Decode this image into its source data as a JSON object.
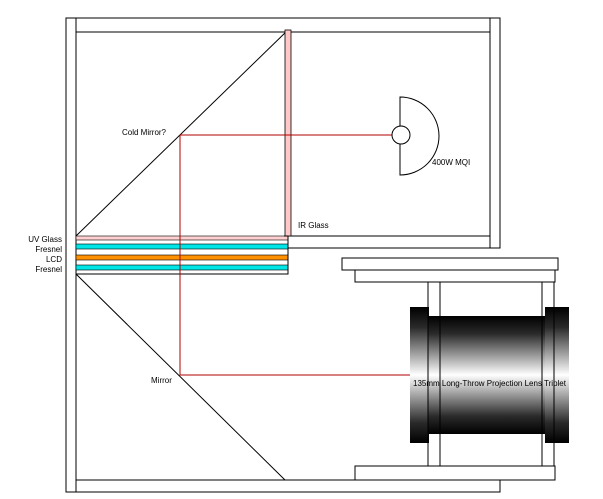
{
  "labels": {
    "cold_mirror": "Cold Mirror?",
    "lamp": "400W MQI",
    "ir_glass": "IR Glass",
    "uv_glass": "UV Glass",
    "fresnel_top": "Fresnel",
    "lcd": "LCD",
    "fresnel_bottom": "Fresnel",
    "mirror": "Mirror",
    "lens": "135mm Long-Throw Projection Lens Triplet"
  },
  "colors": {
    "frame": "#000000",
    "light_path": "#b00000",
    "ir_glass": "#ffc8c8",
    "uv_glass": "#ffd0d0",
    "fresnel": "#00e5e5",
    "lcd": "#ff9000",
    "background": "#ffffff"
  }
}
